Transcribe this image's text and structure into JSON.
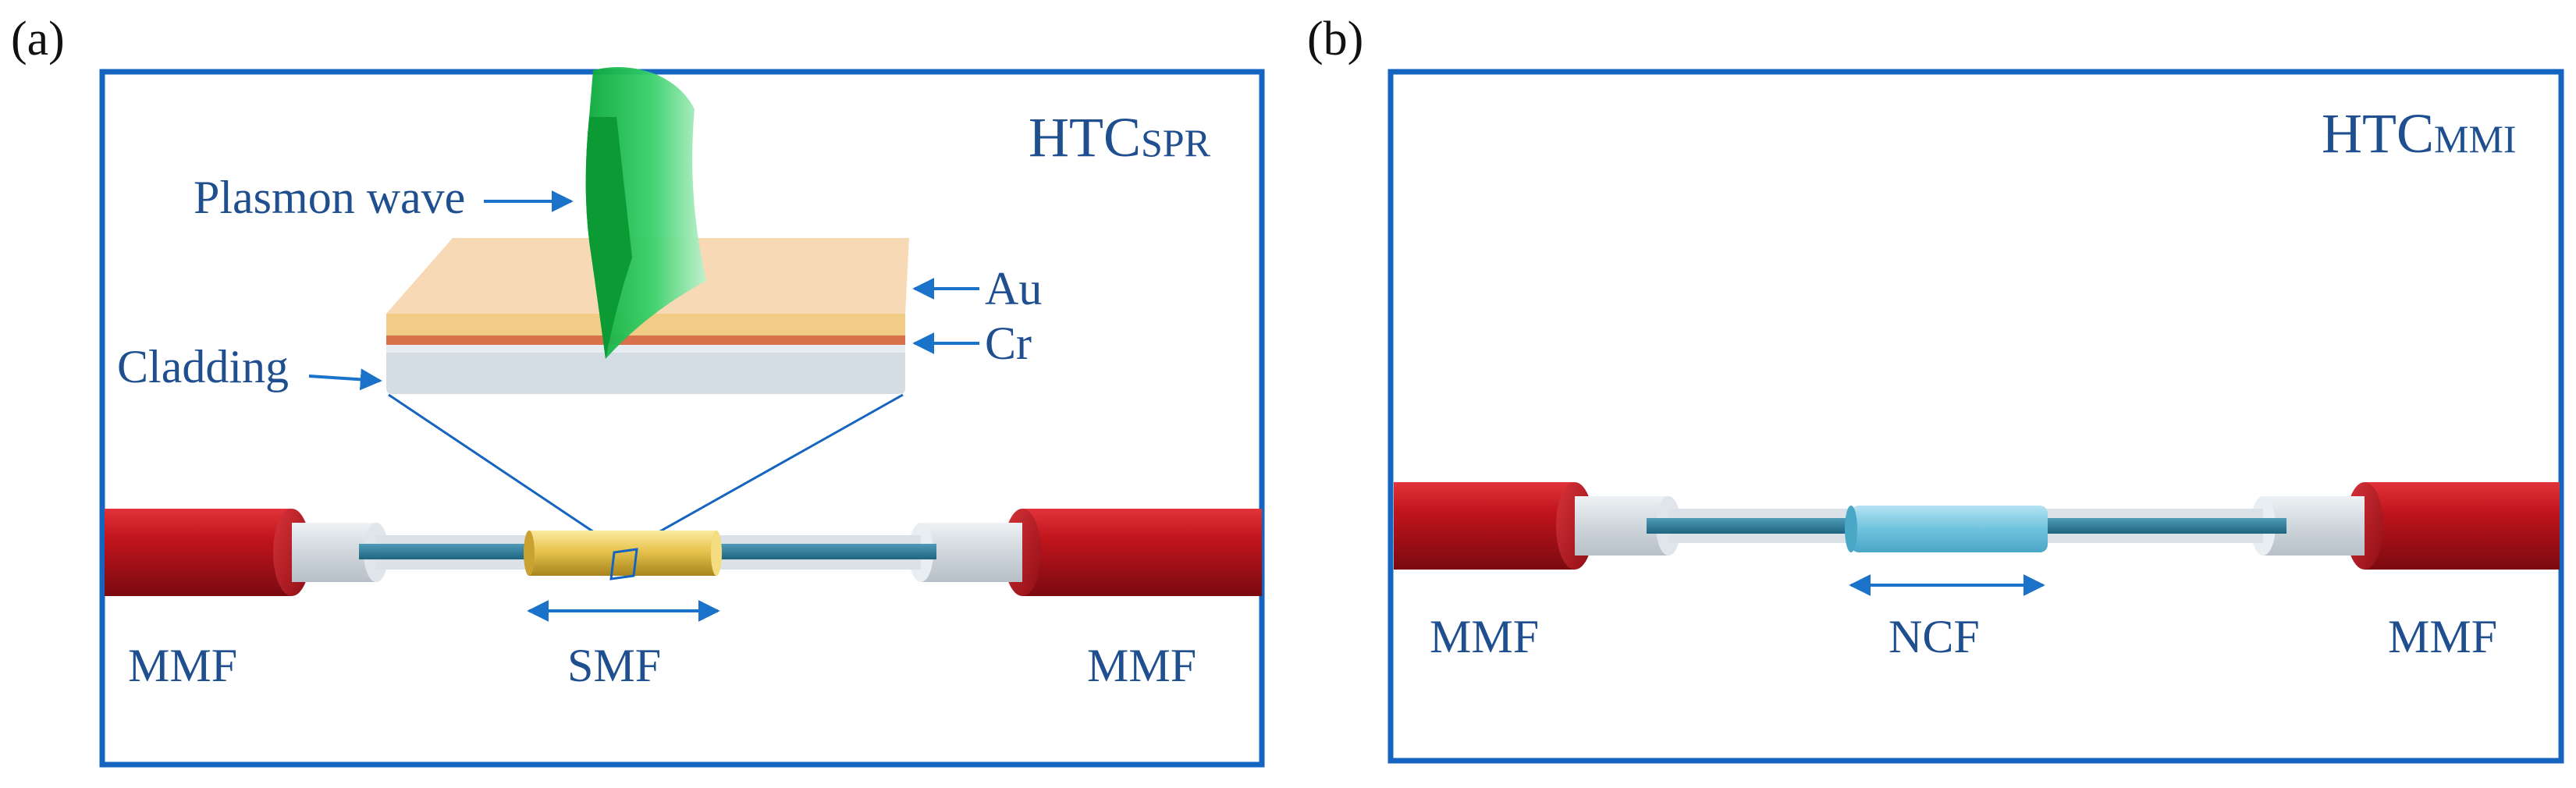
{
  "panels": [
    {
      "label": "(a)",
      "title_main": "HTC",
      "title_sub": "SPR",
      "labels": {
        "plasmon": "Plasmon wave",
        "au": "Au",
        "cr": "Cr",
        "cladding": "Cladding",
        "mmf_left": "MMF",
        "mmf_right": "MMF",
        "center": "SMF"
      }
    },
    {
      "label": "(b)",
      "title_main": "HTC",
      "title_sub": "MMI",
      "labels": {
        "mmf_left": "MMF",
        "mmf_right": "MMF",
        "center": "NCF"
      }
    }
  ],
  "colors": {
    "frame": "#1565c0",
    "text": "#1f4f8f",
    "arrow": "#1a73c8",
    "jacket": "#c0141c",
    "core": "#2f7d9a",
    "gold": "#e7c24a",
    "ncf": "#6fc3de",
    "plasmon": "#18c24a",
    "au_layer": "#f8d9b5",
    "cr_layer": "#d9714c",
    "clad_layer": "#d4dde4"
  }
}
